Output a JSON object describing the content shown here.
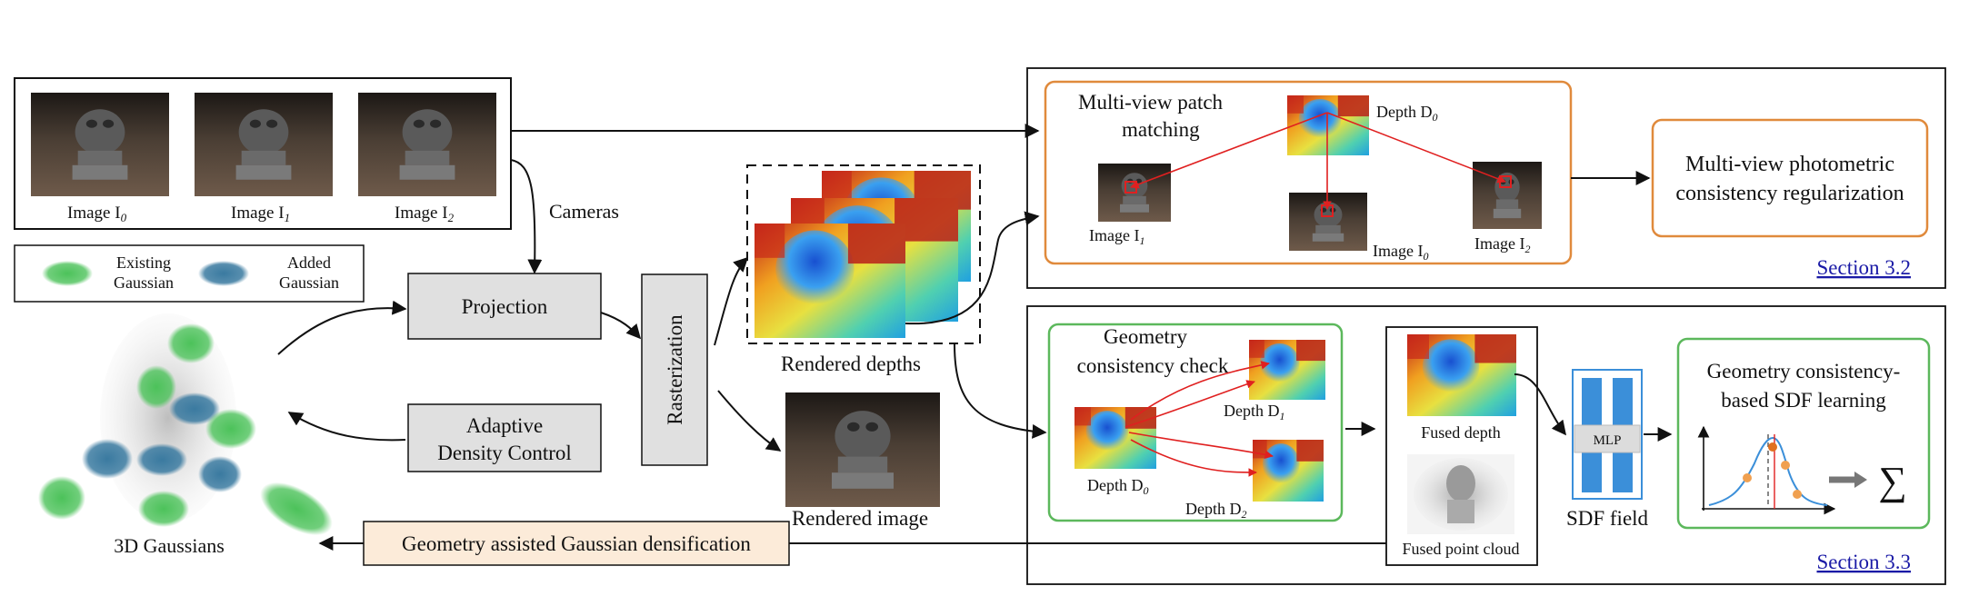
{
  "input_images": {
    "labels": [
      "Image I",
      "Image I",
      "Image I"
    ],
    "subscripts": [
      "0",
      "1",
      "2"
    ]
  },
  "legend": {
    "existing_label_1": "Existing",
    "existing_label_2": "Gaussian",
    "added_label_1": "Added",
    "added_label_2": "Gaussian"
  },
  "cameras_label": "Cameras",
  "projection_label": "Projection",
  "rasterization_label": "Rasterization",
  "adaptive_label_1": "Adaptive",
  "adaptive_label_2": "Density Control",
  "gaussians_label": "3D Gaussians",
  "rendered_depths_label": "Rendered depths",
  "rendered_image_label": "Rendered image",
  "densification_label": "Geometry assisted Gaussian densification",
  "section32": {
    "patch_title_1": "Multi-view patch",
    "patch_title_2": "matching",
    "depth_label": "Depth D",
    "depth_sub": "0",
    "image_i1": "Image I",
    "image_i1_sub": "1",
    "image_i0": "Image I",
    "image_i0_sub": "0",
    "image_i2": "Image I",
    "image_i2_sub": "2",
    "photometric_1": "Multi-view photometric",
    "photometric_2": "consistency regularization",
    "section_link": "Section 3.2"
  },
  "section33": {
    "geo_title_1": "Geometry",
    "geo_title_2": "consistency check",
    "depth_d0": "Depth D",
    "depth_d0_sub": "0",
    "depth_d1": "Depth D",
    "depth_d1_sub": "1",
    "depth_d2": "Depth D",
    "depth_d2_sub": "2",
    "fused_depth": "Fused depth",
    "fused_cloud": "Fused point cloud",
    "mlp": "MLP",
    "sdf_field": "SDF field",
    "sdf_learning_1": "Geometry consistency-",
    "sdf_learning_2": "based SDF learning",
    "sum_symbol": "∑",
    "section_link": "Section 3.3"
  },
  "colors": {
    "orange": "#e08a3c",
    "green": "#5cb85c",
    "gray_box": "#e0e0e0",
    "peach_box": "#fcebd9",
    "red_line": "#e02020",
    "blue_sdf": "#3b8fd9"
  }
}
